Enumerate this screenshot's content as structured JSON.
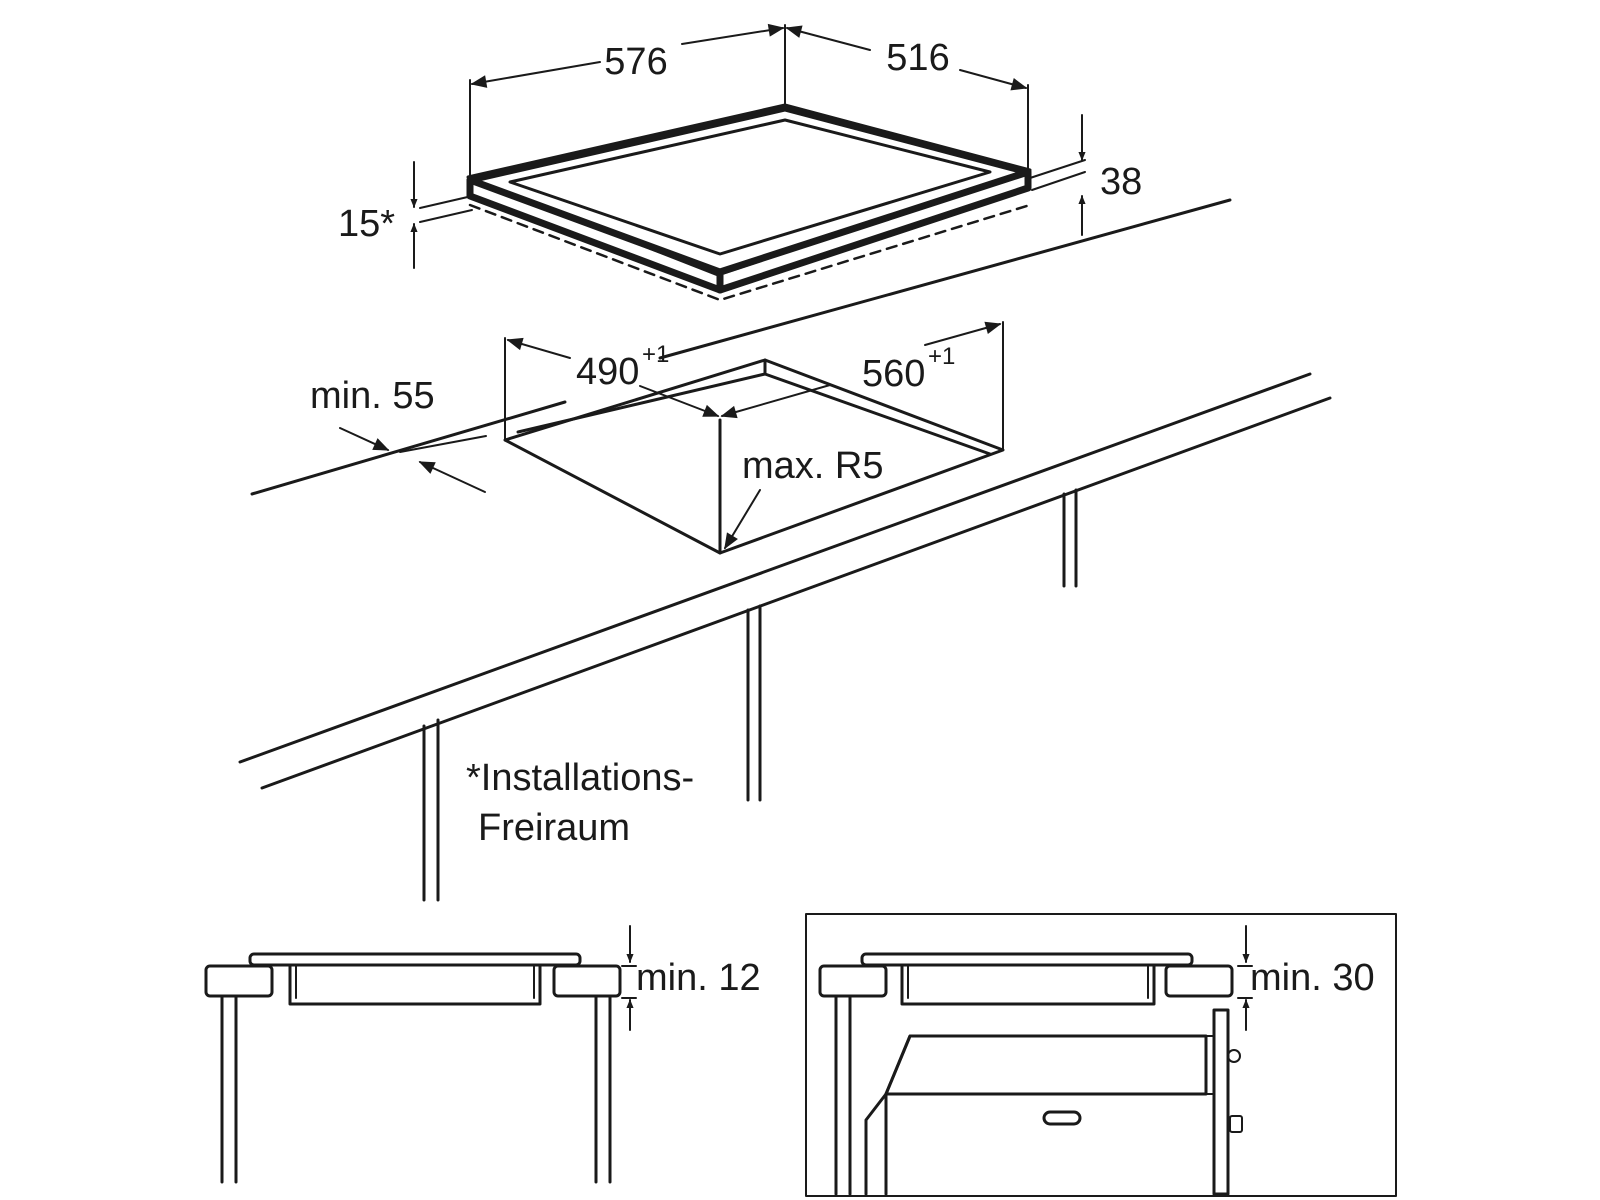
{
  "hob": {
    "width": "576",
    "depth": "516",
    "height": "38",
    "clearance": "15*"
  },
  "cutout": {
    "depth": "490",
    "depth_tol": "+1",
    "width": "560",
    "width_tol": "+1",
    "front_min": "min. 55",
    "corner_radius": "max. R5"
  },
  "footnote": {
    "line1": "*Installations-",
    "line2": "Freiraum"
  },
  "details": {
    "left_min": "min. 12",
    "right_min": "min. 30"
  }
}
